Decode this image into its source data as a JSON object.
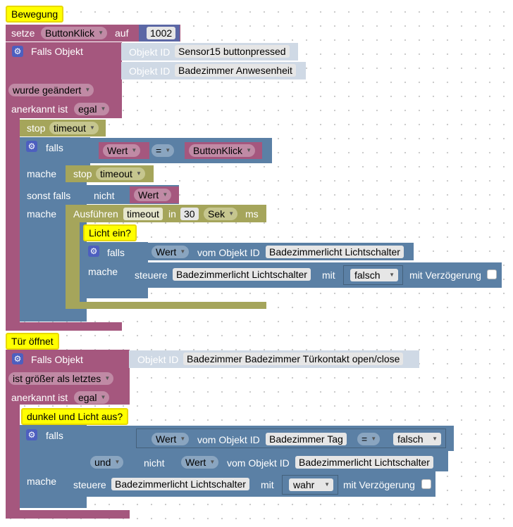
{
  "block1": {
    "comment": "Bewegung",
    "set_label": "setze",
    "set_var": "ButtonKlick",
    "set_on": "auf",
    "set_value": "1002",
    "trigger_label": "Falls Objekt",
    "object_id_label": "Objekt ID",
    "object1": "Sensor15 buttonpressed",
    "object2": "Badezimmer Anwesenheit",
    "changed": "wurde geändert",
    "ack_label": "anerkannt ist",
    "ack_value": "egal",
    "stop_label": "stop",
    "stop_target": "timeout",
    "if_label": "falls",
    "cond_left": "Wert",
    "cond_op": "=",
    "cond_right": "ButtonKlick",
    "do_label": "mache",
    "do_stop_label": "stop",
    "do_stop_target": "timeout",
    "else_if_label": "sonst falls",
    "not_label": "nicht",
    "not_value": "Wert",
    "do2_label": "mache",
    "exec_label": "Ausführen",
    "exec_name": "timeout",
    "exec_in": "in",
    "exec_amount": "30",
    "exec_unit": "Sek",
    "exec_ms": "ms",
    "note2": "Licht ein?",
    "inner_if": "falls",
    "inner_value": "Wert",
    "inner_from": "vom Objekt ID",
    "inner_object": "Badezimmerlicht Lichtschalter",
    "inner_do": "mache",
    "control_label": "steuere",
    "control_object": "Badezimmerlicht Lichtschalter",
    "control_with": "mit",
    "control_value": "falsch",
    "delay_label": "mit Verzögerung"
  },
  "block2": {
    "comment": "Tür öffnet",
    "trigger_label": "Falls Objekt",
    "object_id_label": "Objekt ID",
    "object": "Badezimmer Badezimmer Türkontakt open/close",
    "changed": "ist größer als letztes",
    "ack_label": "anerkannt ist",
    "ack_value": "egal",
    "note": "dunkel und Licht aus?",
    "if_label": "falls",
    "c1_value": "Wert",
    "c1_from": "vom Objekt ID",
    "c1_object": "Badezimmer Tag",
    "c1_op": "=",
    "c1_right": "falsch",
    "and_label": "und",
    "not_label": "nicht",
    "c2_value": "Wert",
    "c2_from": "vom Objekt ID",
    "c2_object": "Badezimmerlicht Lichtschalter",
    "do_label": "mache",
    "control_label": "steuere",
    "control_object": "Badezimmerlicht Lichtschalter",
    "control_with": "mit",
    "control_value": "wahr",
    "delay_label": "mit Verzögerung"
  },
  "colors": {
    "event": "#a5577e",
    "logic": "#5b80a5",
    "timeout": "#a5a55b",
    "object": "#cfd9e5",
    "note": "#ffff00"
  },
  "icons": {
    "gear": "gear-icon",
    "dropdown": "dropdown-arrow-icon"
  }
}
